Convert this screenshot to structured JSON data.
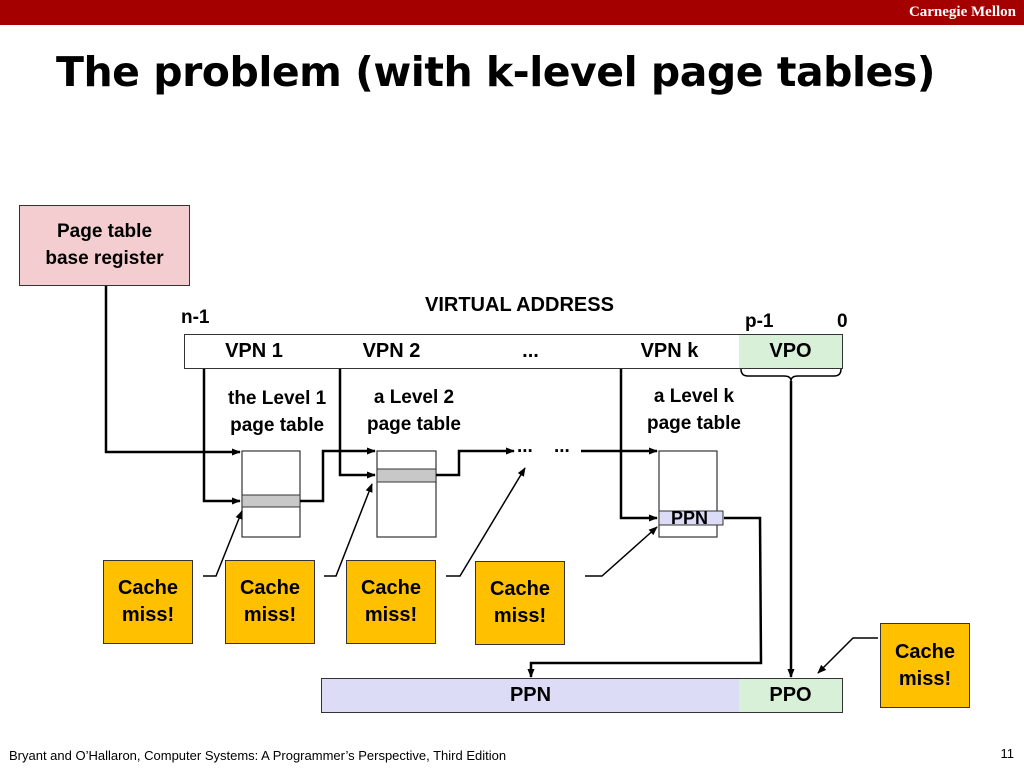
{
  "header": {
    "brand": "Carnegie Mellon"
  },
  "slide": {
    "title": "The problem (with k-level page tables)"
  },
  "ptbr": {
    "line1": "Page table",
    "line2": "base register"
  },
  "virtual_address": {
    "label": "VIRTUAL ADDRESS",
    "bit_high": "n-1",
    "bit_p1": "p-1",
    "bit_zero": "0",
    "fields": [
      "VPN 1",
      "VPN 2",
      "...",
      "VPN k",
      "VPO"
    ]
  },
  "page_tables": {
    "level1": {
      "line1": "the Level 1",
      "line2": "page table"
    },
    "level2": {
      "line1": "a Level 2",
      "line2": "page table"
    },
    "levelk": {
      "line1": "a Level k",
      "line2": "page table"
    },
    "ellipsis": "...    ...",
    "ppn_entry": "PPN"
  },
  "cache_miss": {
    "line1": "Cache",
    "line2": "miss!"
  },
  "physical_address": {
    "fields": [
      "PPN",
      "PPO"
    ]
  },
  "colors": {
    "topbar": "#a50000",
    "ptbr_fill": "#f3cdcf",
    "cache_fill": "#ffc000",
    "vpo_fill": "#d8f0d8",
    "ppn_fill": "#dcdcf6",
    "entry_fill": "#c8c8c8"
  },
  "footer": {
    "citation": "Bryant and O’Hallaron, Computer Systems: A Programmer’s Perspective, Third Edition",
    "page_number": "11"
  }
}
